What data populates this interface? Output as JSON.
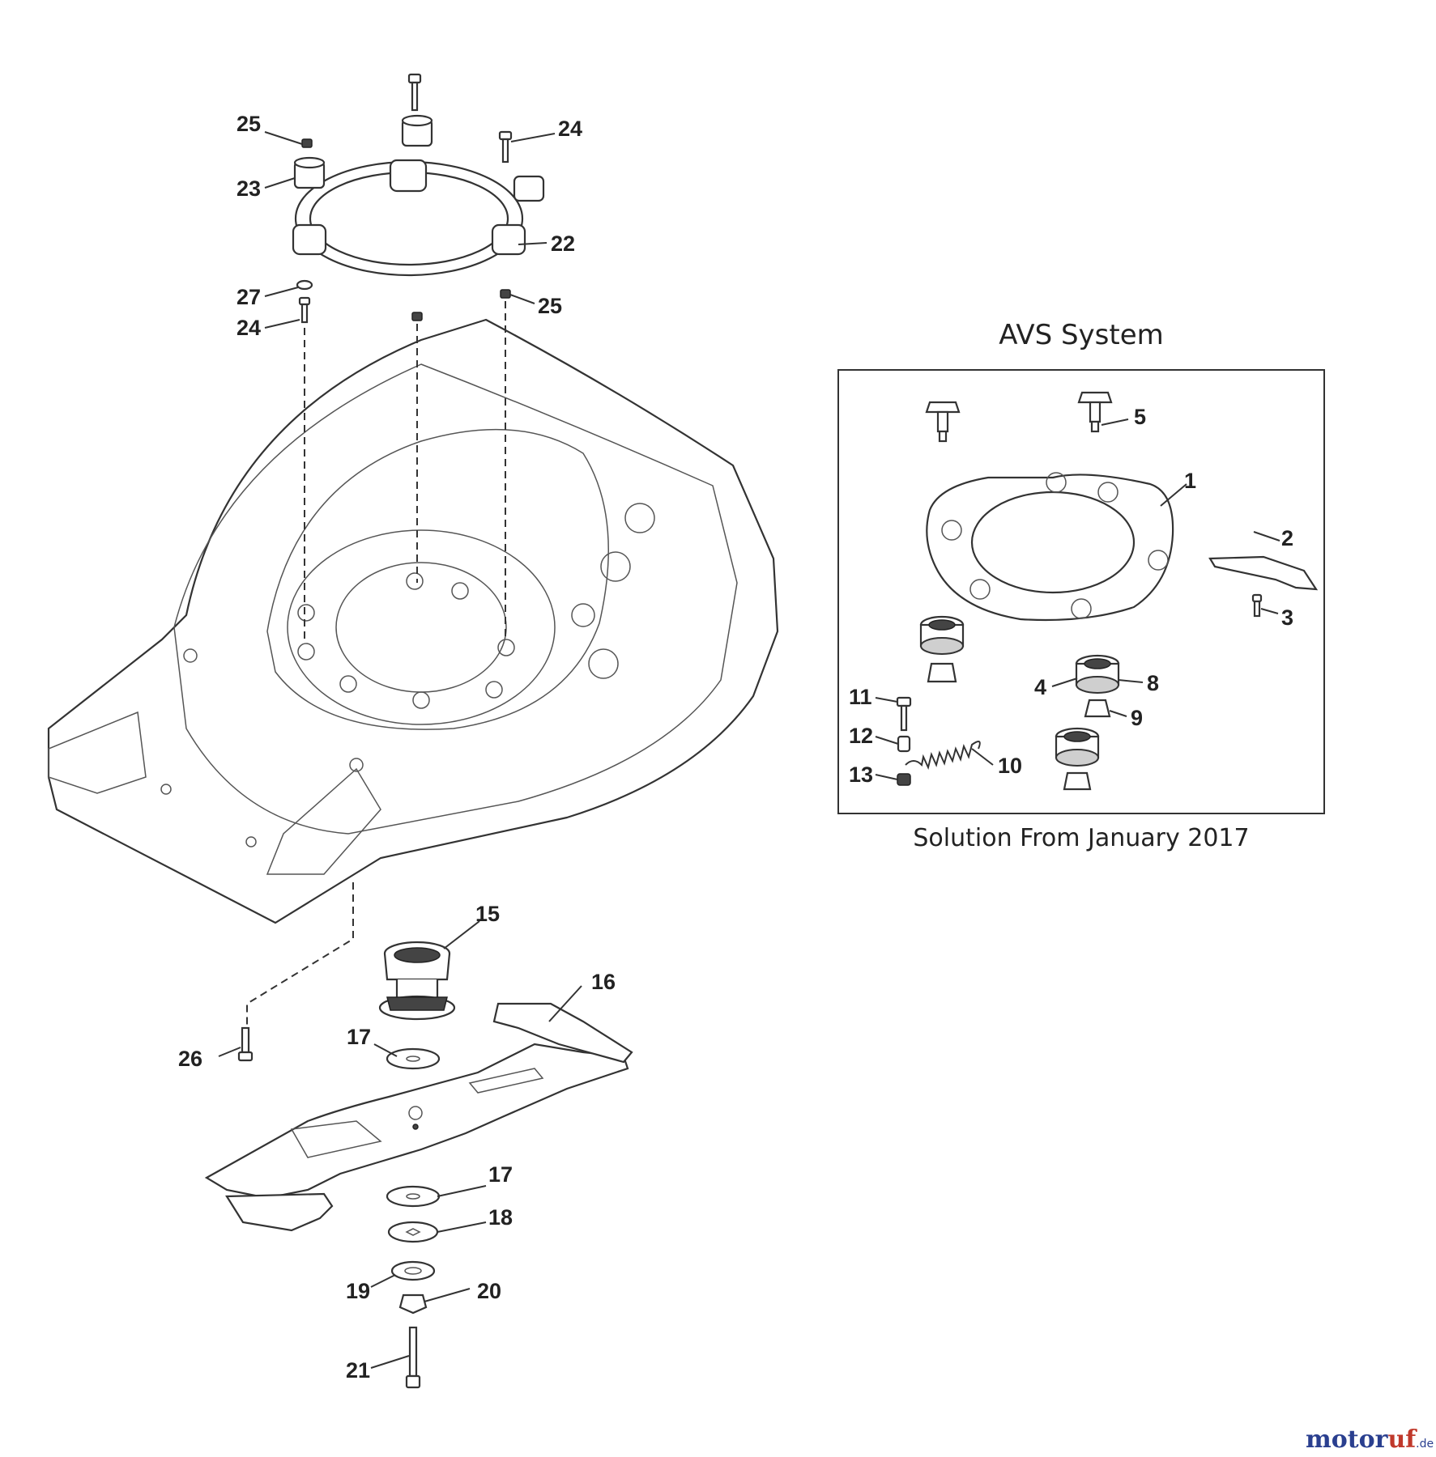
{
  "avs": {
    "title": "AVS System",
    "caption": "Solution From January 2017"
  },
  "callouts": {
    "c1": "1",
    "c2": "2",
    "c3": "3",
    "c4": "4",
    "c5": "5",
    "c8": "8",
    "c9": "9",
    "c10": "10",
    "c11": "11",
    "c12": "12",
    "c13": "13",
    "c15": "15",
    "c16": "16",
    "c17a": "17",
    "c17b": "17",
    "c18": "18",
    "c19": "19",
    "c20": "20",
    "c21": "21",
    "c22": "22",
    "c23": "23",
    "c24a": "24",
    "c24b": "24",
    "c25a": "25",
    "c25b": "25",
    "c26": "26",
    "c27": "27"
  },
  "watermark": {
    "brand_main": "motor",
    "brand_accent": "uf",
    "brand_suffix": ".de"
  },
  "colors": {
    "line": "#333333",
    "watermark_blue": "#2a3f8f",
    "watermark_red": "#c0392b"
  }
}
